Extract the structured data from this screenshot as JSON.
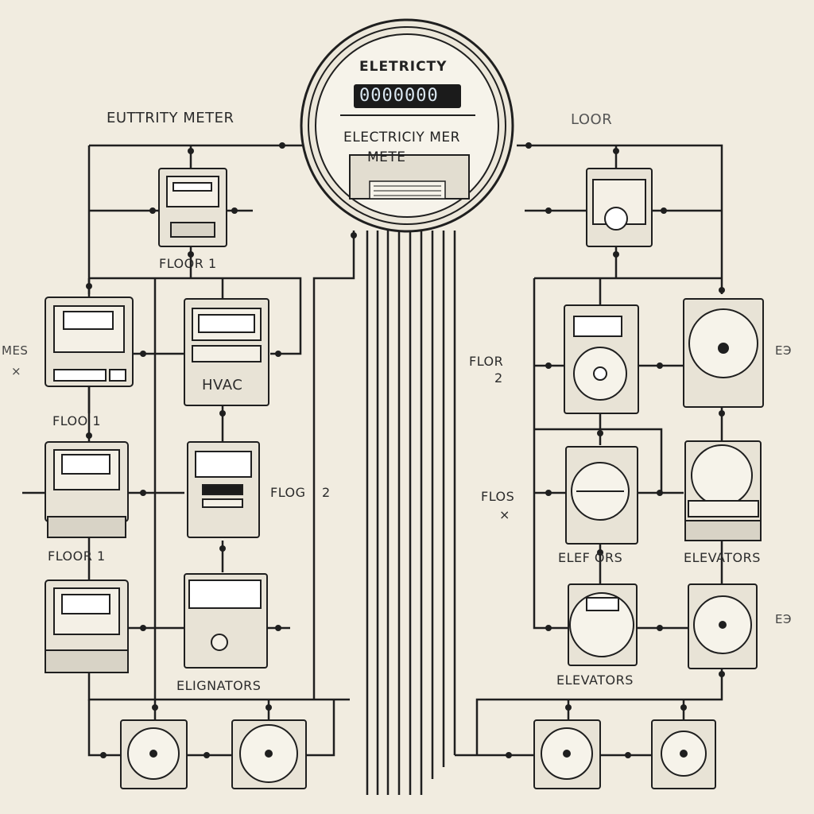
{
  "meter": {
    "title": "ELETRICTY",
    "display": "0000000",
    "label_line1": "ELECTRICIY MER",
    "label_line2": "METE"
  },
  "labels": {
    "left_top": "EUTTRITY METER",
    "right_top": "LOOR",
    "floor1_top": "FLOOR 1",
    "floor1_mid": "FLOO 1",
    "floor1_low": "FLOOR 1",
    "hvac": "HVAC",
    "flog2_left": "FLOG",
    "flog2_left_num": "2",
    "flor2_right": "FLOR",
    "flor2_right_num": "2",
    "flos_right": "FLOS",
    "flos_right_sub": "×",
    "elevators_left": "ELIGNATORS",
    "elevators_mid_right": "ELEVATORS",
    "elevators_bottom_right": "ELEVATORS",
    "eletrors": "ELEF ORS",
    "side_left_1": "MES",
    "side_left_2": "×",
    "side_right_1": "ЕЭ",
    "side_right_2": "ЕЭ"
  },
  "colors": {
    "background": "#f1ece0",
    "line": "#1f1f1f",
    "device_fill": "#e8e3d6",
    "screen": "#1b1b1b"
  }
}
